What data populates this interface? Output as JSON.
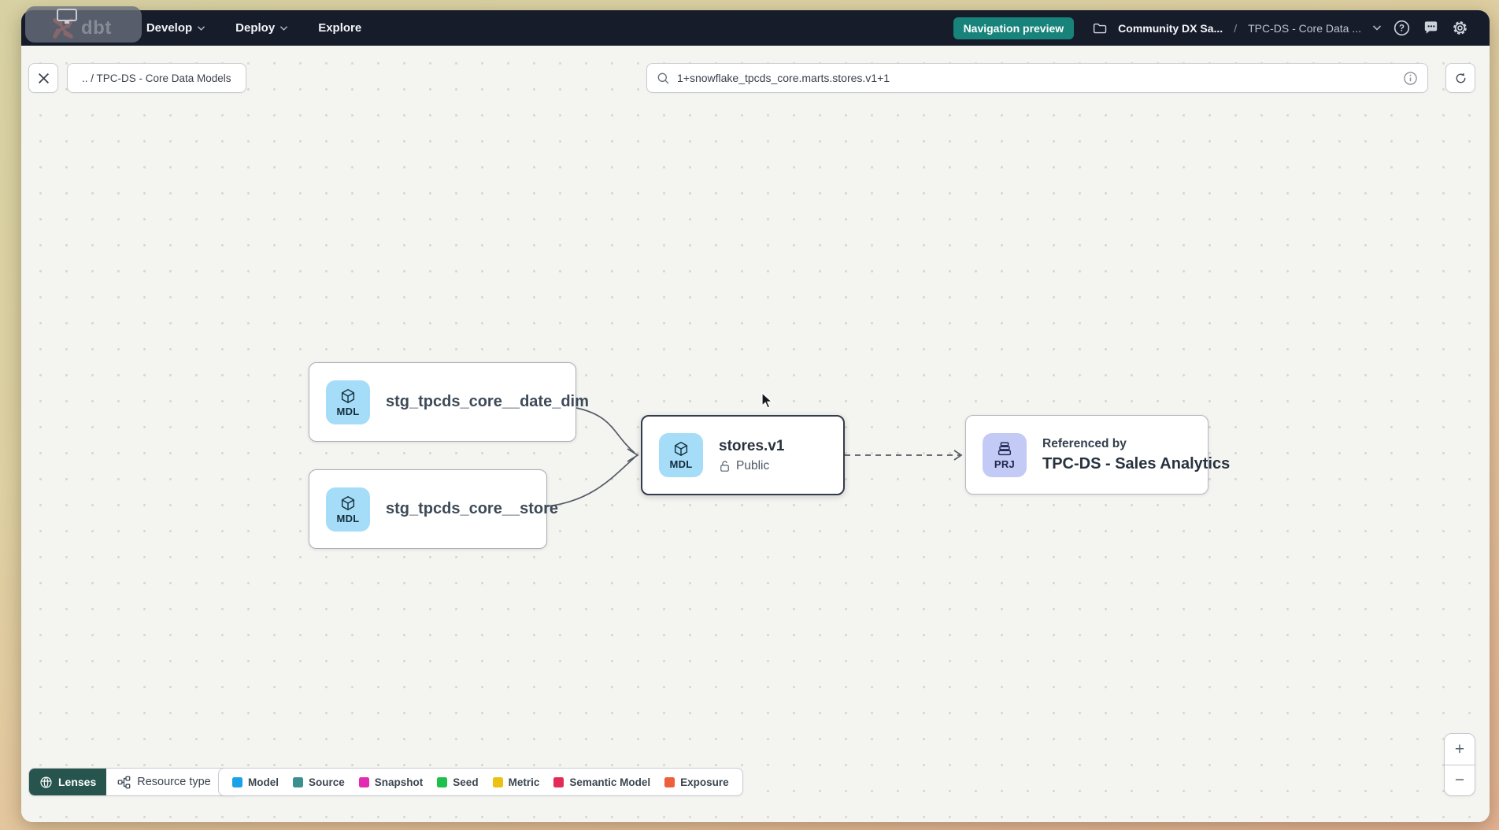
{
  "navbar": {
    "logo_text": "dbt",
    "menus": [
      {
        "label": "Develop",
        "has_chevron": true
      },
      {
        "label": "Deploy",
        "has_chevron": true
      },
      {
        "label": "Explore",
        "has_chevron": false
      }
    ],
    "preview_badge_label": "Navigation preview",
    "breadcrumb": {
      "project": "Community DX Sa...",
      "separator": "/",
      "page": "TPC-DS - Core Data ..."
    },
    "icons": [
      "folder-icon",
      "chevron-down-icon",
      "help-icon",
      "chat-icon",
      "gear-icon"
    ]
  },
  "toolbar": {
    "breadcrumb_chip": ".. / TPC-DS - Core Data Models",
    "search_value": "1+snowflake_tpcds_core.marts.stores.v1+1",
    "icons": [
      "close-icon",
      "search-icon",
      "info-icon",
      "refresh-icon"
    ]
  },
  "graph": {
    "nodes": {
      "date_dim": {
        "badge": "MDL",
        "title": "stg_tpcds_core__date_dim"
      },
      "store": {
        "badge": "MDL",
        "title": "stg_tpcds_core__store"
      },
      "stores_v1": {
        "badge": "MDL",
        "title": "stores.v1",
        "visibility": "Public",
        "selected": true
      },
      "referenced": {
        "badge": "PRJ",
        "kicker": "Referenced by",
        "title": "TPC-DS - Sales Analytics"
      }
    },
    "badge_icons": {
      "MDL": "cube-icon",
      "PRJ": "archive-icon"
    },
    "visibility_icon": "unlock-icon"
  },
  "footer": {
    "lenses_label": "Lenses",
    "resource_type_label": "Resource type",
    "legend": [
      {
        "label": "Model",
        "color": "#1aa2e8"
      },
      {
        "label": "Source",
        "color": "#3a8f8f"
      },
      {
        "label": "Snapshot",
        "color": "#e22bb0"
      },
      {
        "label": "Seed",
        "color": "#1fc04a"
      },
      {
        "label": "Metric",
        "color": "#ecc113"
      },
      {
        "label": "Semantic Model",
        "color": "#e32b57"
      },
      {
        "label": "Exposure",
        "color": "#ee5f3b"
      }
    ],
    "zoom_in_label": "+",
    "zoom_out_label": "−"
  },
  "colors": {
    "navbar_bg": "#161c2a",
    "preview_badge_bg": "#18837b",
    "model_badge_bg": "#a5ddf8",
    "project_badge_bg": "#c4caf6",
    "canvas_bg": "#f4f4f1",
    "selected_border": "#333c4a"
  }
}
